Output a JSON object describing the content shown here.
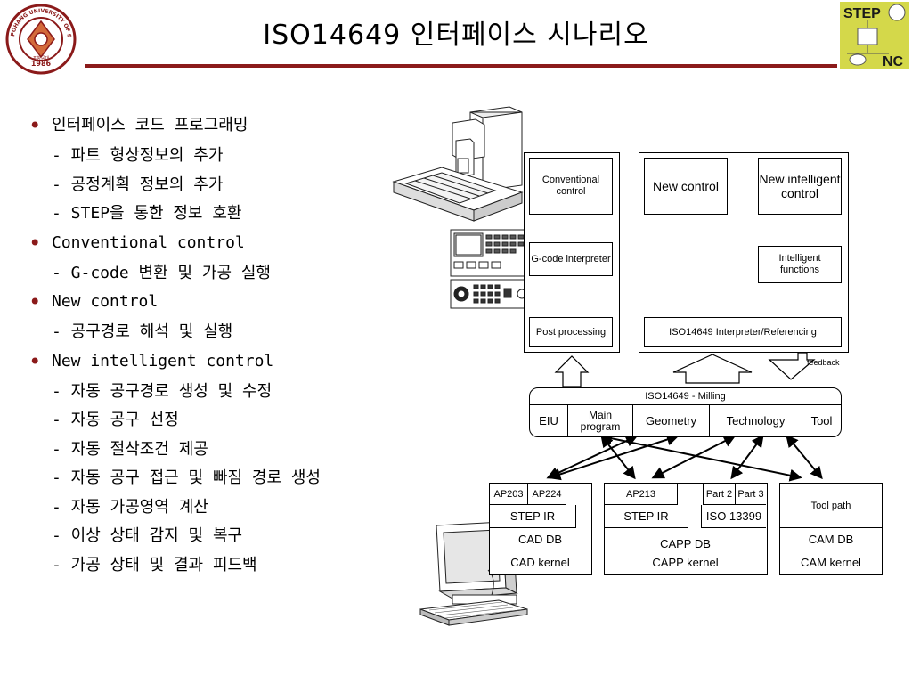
{
  "title": "ISO14649 인터페이스 시나리오",
  "logo_left": {
    "text": "POHANG UNIVERSITY OF SCIENCE AND TECHNOLOGY",
    "korean": "포항공대",
    "year": "1986"
  },
  "logo_right": {
    "step": "STEP",
    "nc": "NC"
  },
  "colors": {
    "accent": "#8b1a1a",
    "logo_right_bg": "#d4d84a"
  },
  "bullets": [
    {
      "text": "인터페이스 코드 프로그래밍",
      "subs": [
        "- 파트 형상정보의 추가",
        "- 공정계획 정보의 추가",
        "- STEP을 통한 정보 호환"
      ]
    },
    {
      "text": "Conventional control",
      "subs": [
        "- G-code 변환 및 가공 실행"
      ]
    },
    {
      "text": "New control",
      "subs": [
        "- 공구경로 해석 및  실행"
      ]
    },
    {
      "text": "New intelligent control",
      "subs": [
        "- 자동 공구경로 생성 및 수정",
        "- 자동 공구 선정",
        "- 자동 절삭조건 제공",
        "- 자동 공구 접근 및 빠짐 경로 생성",
        "- 자동 가공영역 계산",
        "- 이상 상태 감지 및 복구",
        "- 가공 상태 및 결과 피드백"
      ]
    }
  ],
  "diagram": {
    "conventional_control": "Conventional control",
    "gcode_interpreter": "G-code interpreter",
    "post_processing": "Post processing",
    "new_control": "New control",
    "new_intelligent_control": "New intelligent control",
    "intelligent_functions": "Intelligent functions",
    "iso_interpreter": "ISO14649 Interpreter/Referencing",
    "feedback": "feedback",
    "milling_title": "ISO14649 - Milling",
    "milling_cells": [
      "EIU",
      "Main program",
      "Geometry",
      "Technology",
      "Tool"
    ],
    "cad": {
      "ap1": "AP203",
      "ap2": "AP224",
      "ir": "STEP IR",
      "db": "CAD DB",
      "kernel": "CAD kernel"
    },
    "capp": {
      "ap": "AP213",
      "p2": "Part 2",
      "p3": "Part 3",
      "ir": "STEP IR",
      "iso": "ISO 13399",
      "db": "CAPP DB",
      "kernel": "CAPP kernel"
    },
    "cam": {
      "toolpath": "Tool path",
      "db": "CAM DB",
      "kernel": "CAM kernel"
    }
  }
}
